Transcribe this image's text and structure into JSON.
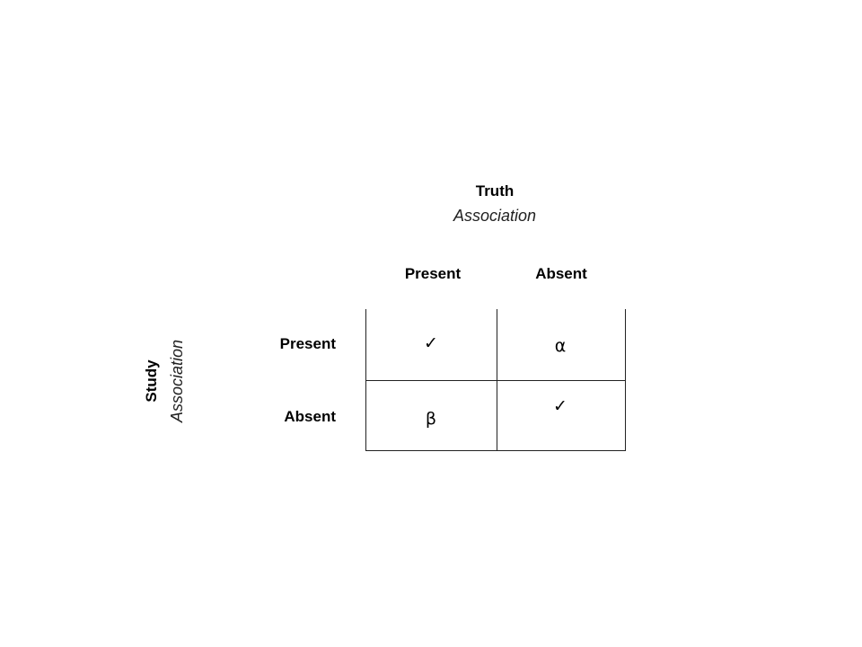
{
  "truth": {
    "title": "Truth",
    "subtitle": "Association"
  },
  "study": {
    "title": "Study",
    "subtitle": "Association"
  },
  "columns": [
    "Present",
    "Absent"
  ],
  "rows": [
    {
      "label": "Present",
      "cells": [
        "✓",
        "α"
      ]
    },
    {
      "label": "Absent",
      "cells": [
        "β",
        "✓"
      ]
    }
  ],
  "colors": {
    "line": "#222222",
    "text": "#000000"
  }
}
